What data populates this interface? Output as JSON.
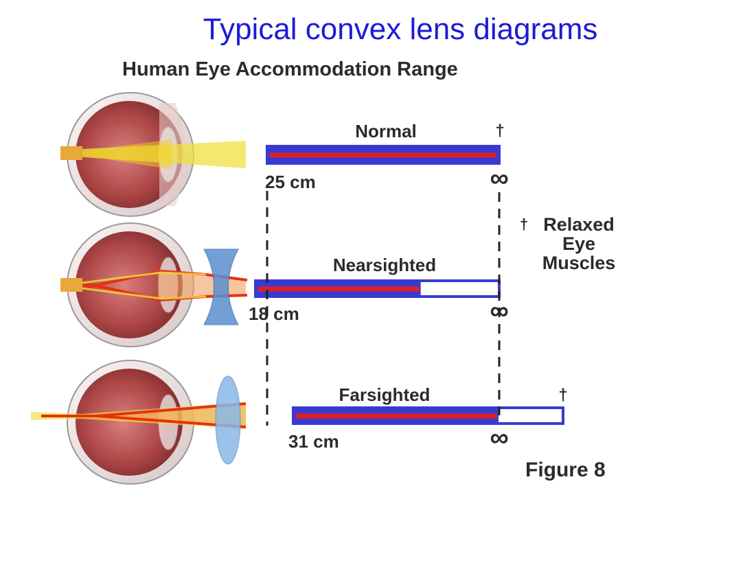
{
  "slide": {
    "title": "Typical convex lens diagrams"
  },
  "figure": {
    "heading": "Human Eye Accommodation Range",
    "caption": "Figure 8",
    "relaxed_label": [
      "Relaxed",
      "Eye",
      "Muscles"
    ],
    "arrow_symbol": "†",
    "infinity_symbol": "∞",
    "rows": [
      {
        "name": "Normal",
        "near_point": "25 cm",
        "range_fraction": 1.0
      },
      {
        "name": "Nearsighted",
        "near_point": "18 cm",
        "range_fraction": 0.68
      },
      {
        "name": "Farsighted",
        "near_point": "31 cm",
        "range_fraction": 1.0
      }
    ]
  },
  "colors": {
    "title": "#1b1bd6",
    "bar_border": "#3a3ad0",
    "bar_range": "#e02020",
    "light_ray": "#f0e040",
    "focused_ray": "#e83010",
    "concave_lens": "#5a8fd0",
    "convex_lens": "#8ab8e8",
    "eye_inner": "#b85050",
    "eye_sclera": "#f4eaea"
  }
}
